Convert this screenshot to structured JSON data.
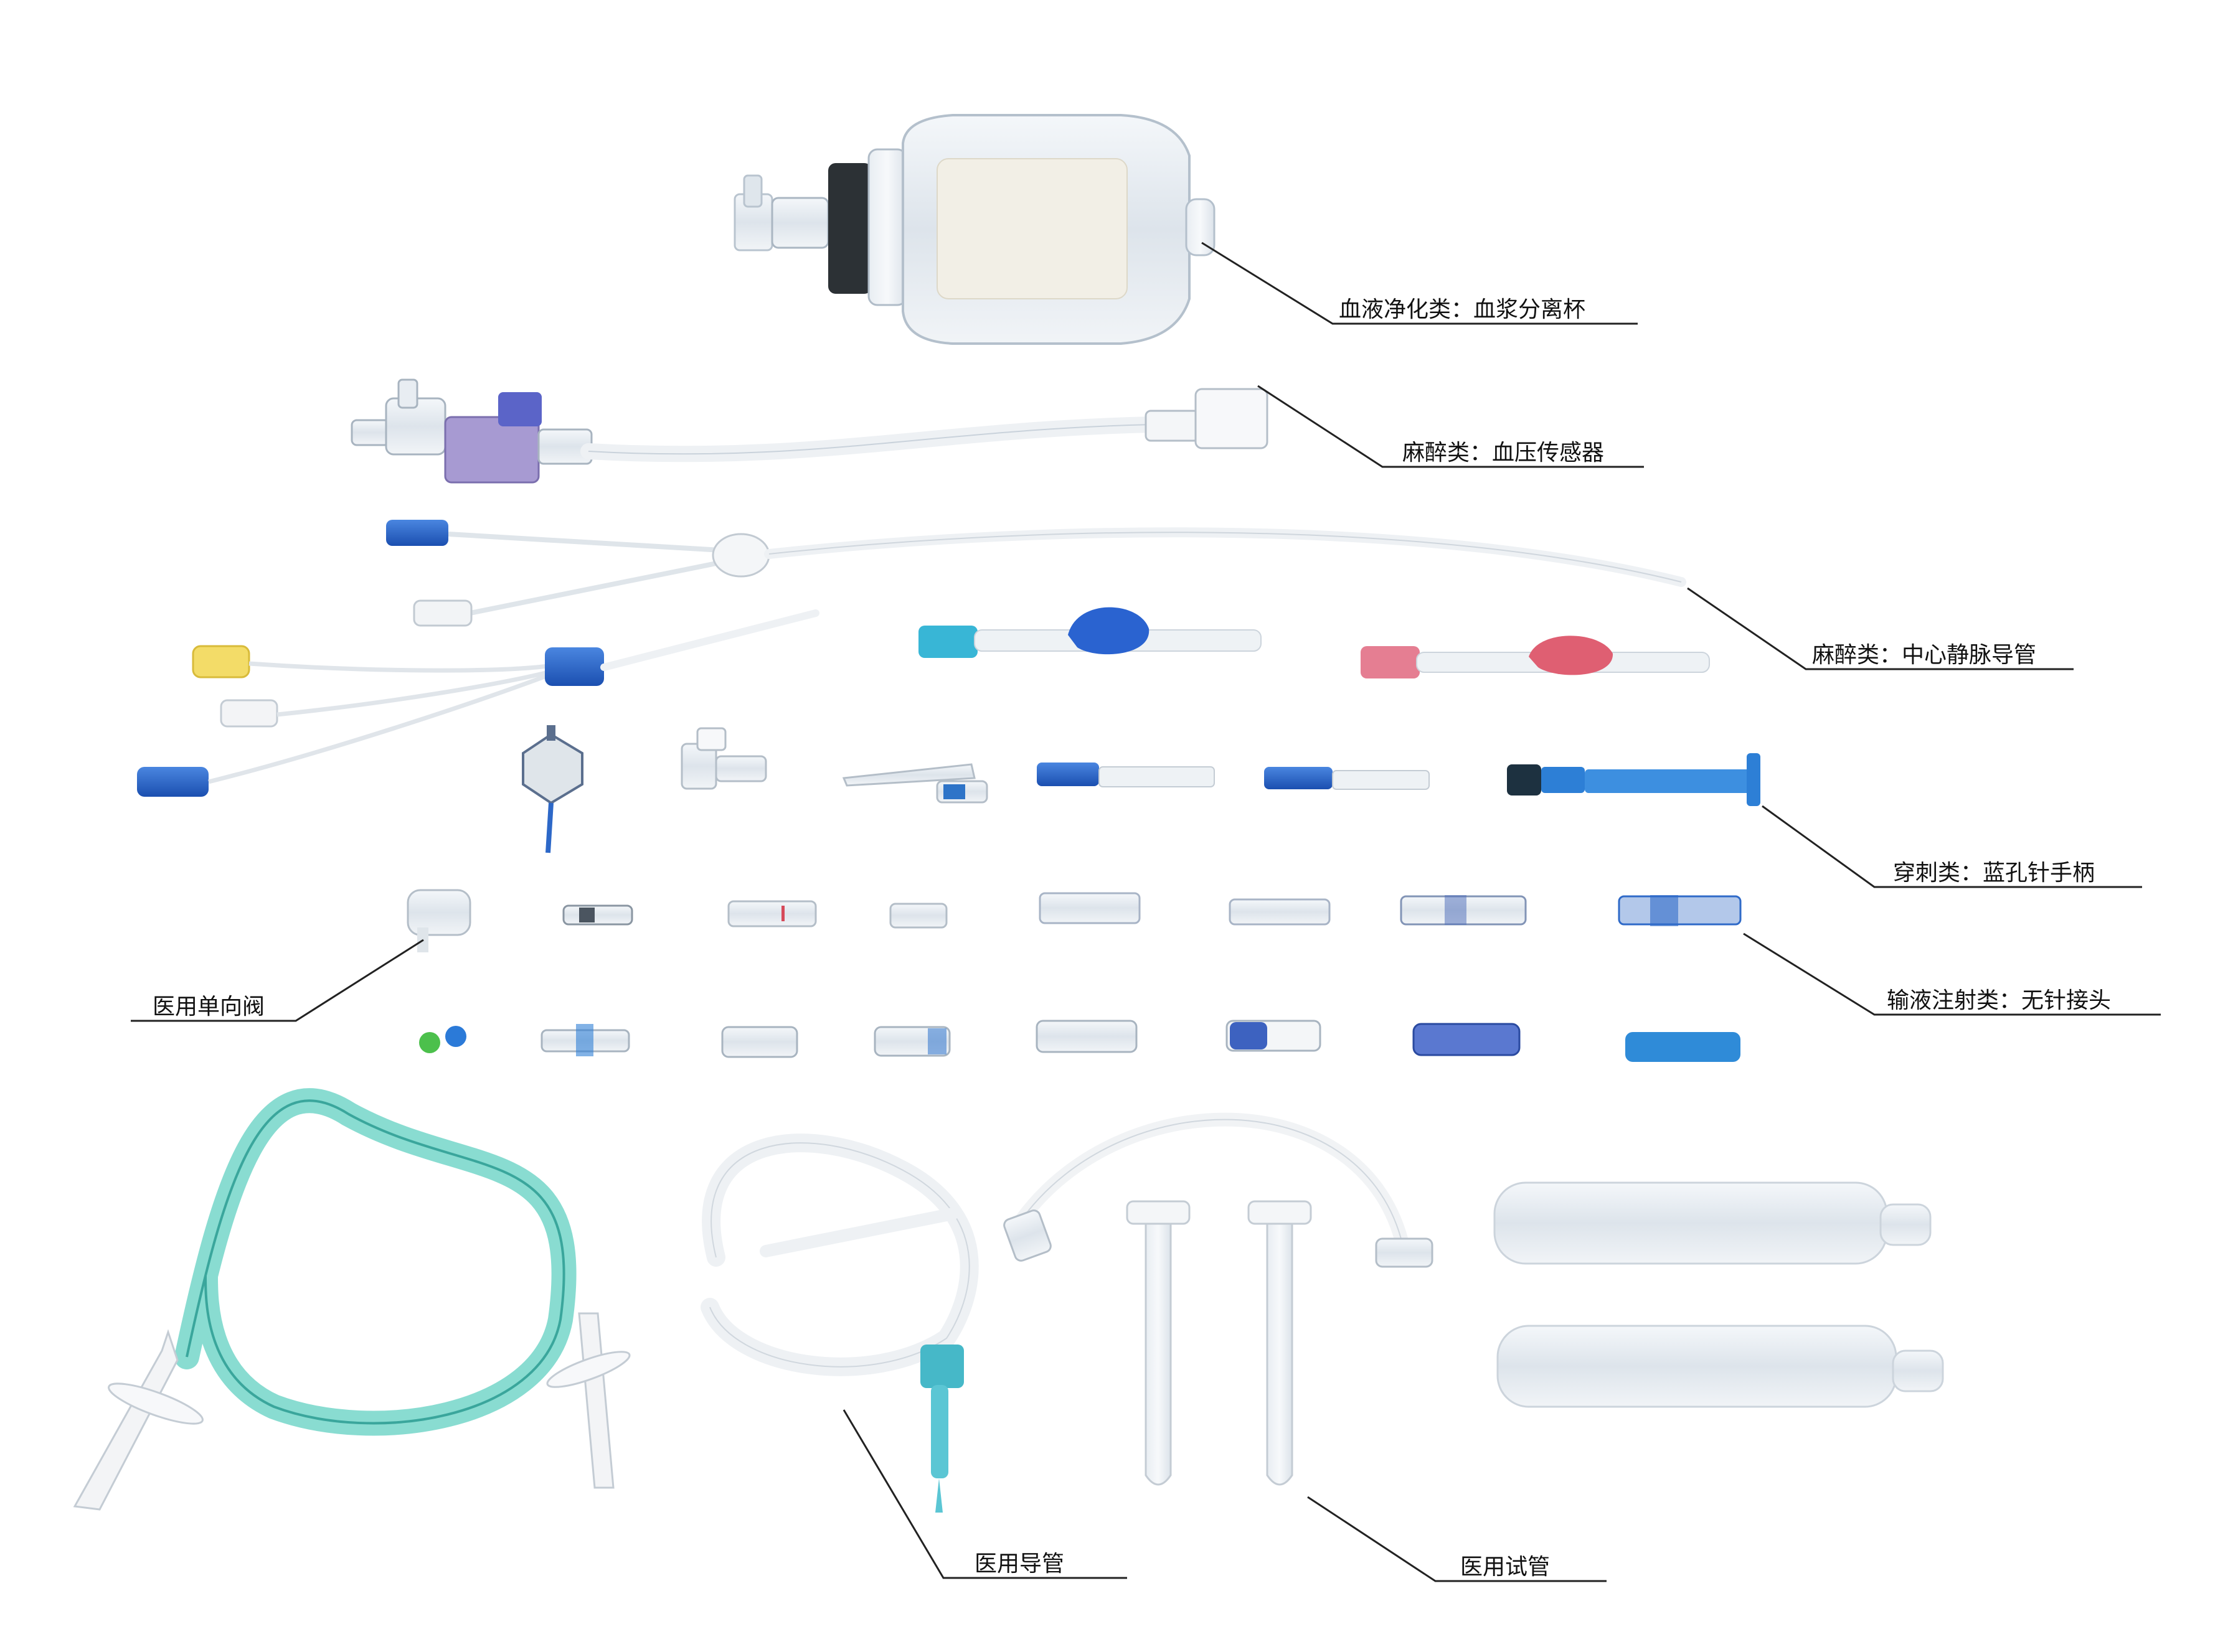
{
  "labels": {
    "plasma_cup": "血液净化类：血浆分离杯",
    "bp_transducer": "麻醉类：血压传感器",
    "cvc": "麻醉类：中心静脉导管",
    "needle_handle": "穿刺类：蓝孔针手柄",
    "needleless": "输液注射类：无针接头",
    "check_valve": "医用单向阀",
    "catheter": "医用导管",
    "test_tube": "医用试管"
  },
  "colors": {
    "leader_line": "#222222",
    "clear": "#e6ebf0",
    "blue": "#1f5fc8",
    "cyan": "#35b6d4",
    "teal": "#5fd2c8",
    "pink": "#e27388",
    "yellow": "#f3dc68"
  }
}
